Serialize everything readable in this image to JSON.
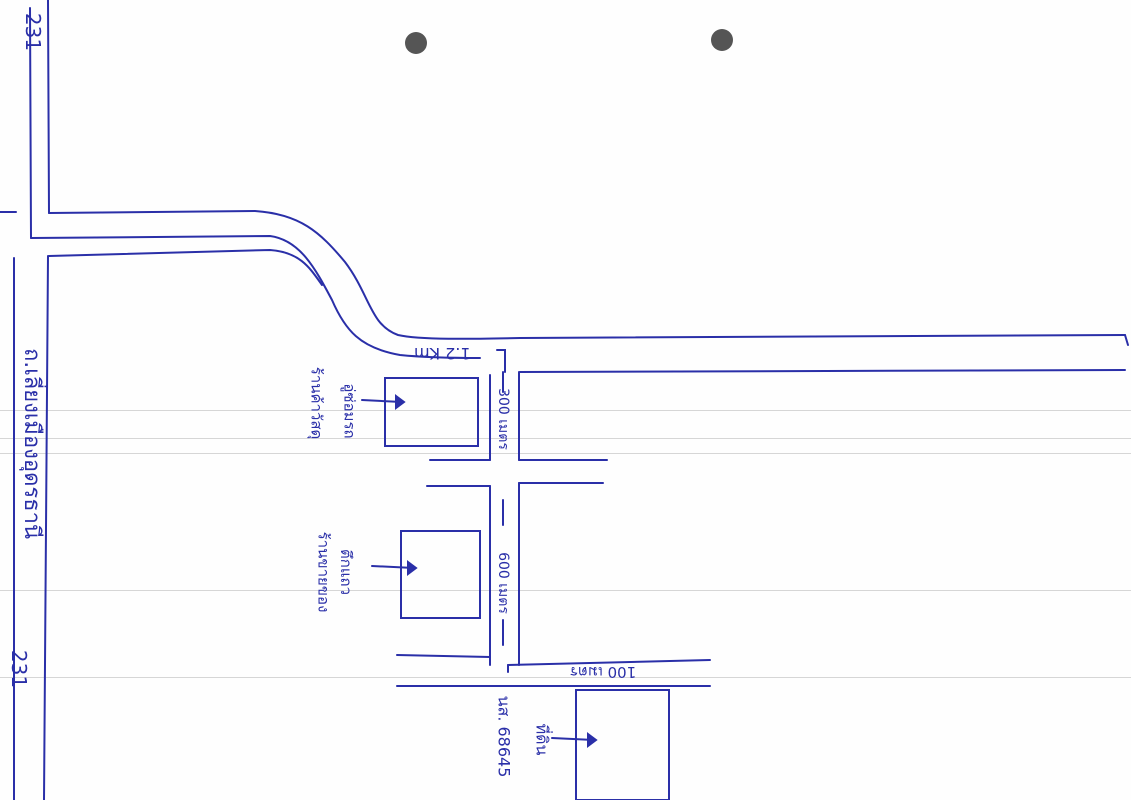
{
  "map": {
    "highway_number_top": "231",
    "highway_number_bottom": "231",
    "highway_road_name": "ถ.เลี่ยงเมืองอุดรธานี",
    "distance_label": "1.2 Km",
    "distance_300m": "300 เมตร",
    "distance_600m": "600 เมตร",
    "distance_100m": "100 เมตร",
    "place_1": "อู่ซ่อมรถ",
    "place_1_line2": "ร้านค้าวัสดุ",
    "place_2": "ตึกแถว",
    "place_2_line2": "ร้านขายของ",
    "target_label": "ที่ดิน",
    "deed_label": "นส. 68645",
    "ink_color": "#2a2fa8",
    "paper_color": "#fefefe"
  }
}
